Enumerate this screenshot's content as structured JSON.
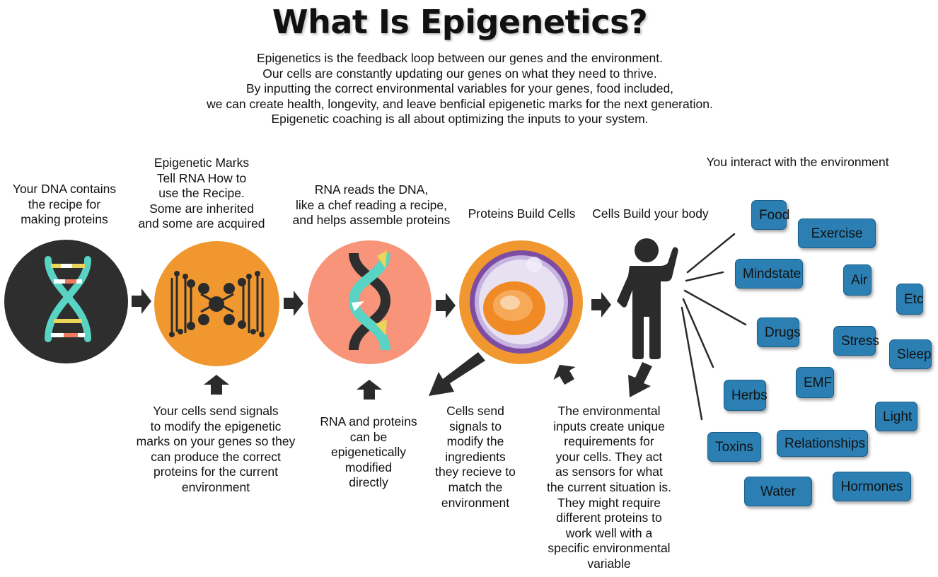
{
  "title": "What Is Epigenetics?",
  "intro": [
    "Epigenetics is the feedback loop between our genes and the environment.",
    "Our cells are constantly updating our genes on what they need to thrive.",
    "By inputting the correct environmental variables for your genes, food included,",
    "we can create health, longevity, and leave benficial epigenetic marks for the next generation.",
    "Epigenetic coaching is all about optimizing the inputs to your system."
  ],
  "steps": {
    "dna": [
      "Your DNA contains",
      "the recipe for",
      "making proteins"
    ],
    "marks": [
      "Epigenetic Marks",
      "Tell RNA How to",
      "use the Recipe.",
      "Some are inherited",
      "and some are acquired"
    ],
    "rna": [
      "RNA reads the DNA,",
      "like a chef reading a recipe,",
      "and helps assemble proteins"
    ],
    "proteins": "Proteins Build Cells",
    "cells": "Cells Build your body",
    "environment": "You interact with the environment"
  },
  "notes": {
    "signals": [
      "Your cells send signals",
      "to modify the epigenetic",
      "marks on your genes so they",
      "can produce the correct",
      "proteins for the current",
      "environment"
    ],
    "rna_modified": [
      "RNA and proteins",
      "can be",
      "epigenetically",
      "modified",
      "directly"
    ],
    "cells_signal": [
      "Cells send",
      "signals to",
      "modify the",
      "ingredients",
      "they recieve to",
      "match the",
      "environment"
    ],
    "env_inputs": [
      "The environmental",
      "inputs create unique",
      "requirements for",
      "your cells. They act",
      "as sensors for what",
      "the current situation is.",
      "They might require",
      "different proteins to",
      "work well with a",
      "specific environmental",
      "variable"
    ]
  },
  "factors": [
    "Food",
    "Exercise",
    "Mindstate",
    "Air",
    "Etc",
    "Drugs",
    "Stress",
    "Sleep",
    "EMF",
    "Herbs",
    "Light",
    "Toxins",
    "Relationships",
    "Water",
    "Hormones"
  ],
  "colors": {
    "chip": "#2b7fb3",
    "dark_circle": "#2e2e2e",
    "orange": "#f0982f",
    "salmon": "#f79479",
    "teal": "#58d3c4",
    "purple": "#7d4da3",
    "yellow": "#e8d55a"
  }
}
